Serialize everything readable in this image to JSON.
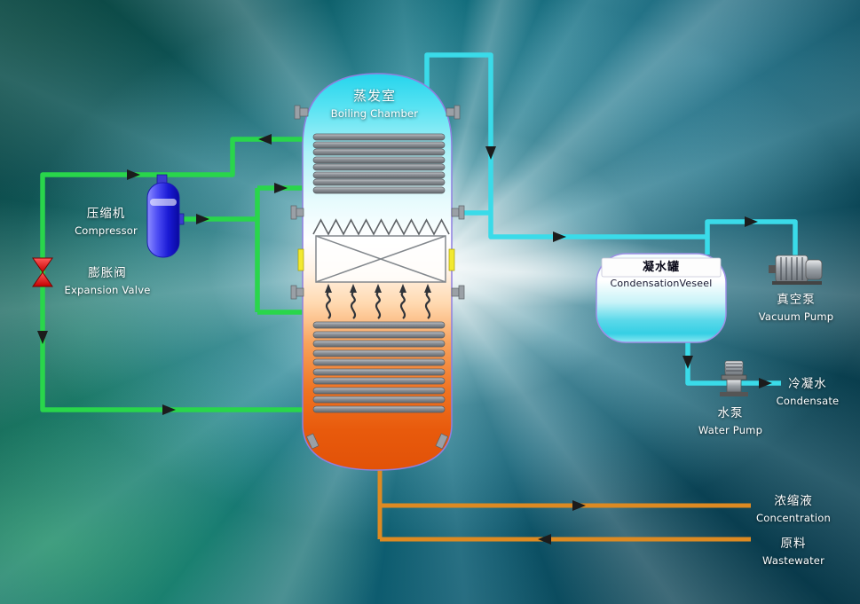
{
  "colors": {
    "pipe_green": "#29d64b",
    "pipe_cyan": "#3adbe9",
    "pipe_orange": "#dd8a22",
    "arrow": "#1c1c1c"
  },
  "labels": {
    "boiling_chamber": {
      "zh": "蒸发室",
      "en": "Boiling Chamber"
    },
    "compressor": {
      "zh": "压缩机",
      "en": "Compressor"
    },
    "expansion_valve": {
      "zh": "膨胀阀",
      "en": "Expansion Valve"
    },
    "condensation_vessel": {
      "zh": "凝水罐",
      "en": "CondensationVeseel"
    },
    "vacuum_pump": {
      "zh": "真空泵",
      "en": "Vacuum Pump"
    },
    "water_pump": {
      "zh": "水泵",
      "en": "Water Pump"
    },
    "condensate": {
      "zh": "冷凝水",
      "en": "Condensate"
    },
    "concentration": {
      "zh": "浓缩液",
      "en": "Concentration"
    },
    "wastewater": {
      "zh": "原料",
      "en": "Wastewater"
    }
  }
}
